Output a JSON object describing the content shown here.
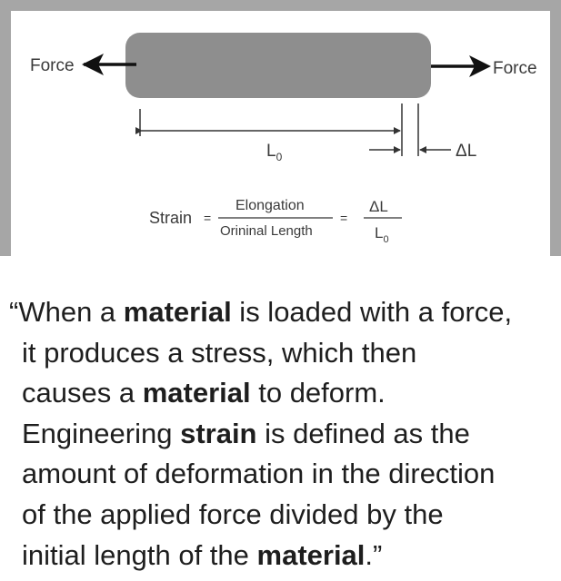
{
  "diagram": {
    "force_left": "Force",
    "force_right": "Force",
    "original_length_symbol": "L",
    "original_length_subscript": "0",
    "delta_length": "ΔL",
    "formula": {
      "lhs": "Strain",
      "eq1": "=",
      "numerator": "Elongation",
      "denominator": "Orininal Length",
      "eq2": "=",
      "rhs_numerator": "ΔL",
      "rhs_denominator_symbol": "L",
      "rhs_denominator_subscript": "0"
    },
    "colors": {
      "bar": "#8e8e8e",
      "panel_border": "#a6a6a6",
      "line": "#333333"
    }
  },
  "quote": {
    "lines": [
      [
        {
          "t": "“When a "
        },
        {
          "t": "material",
          "b": true
        },
        {
          "t": " is loaded with a force,"
        }
      ],
      [
        {
          "t": "it produces a stress, which then"
        }
      ],
      [
        {
          "t": "causes a "
        },
        {
          "t": "material",
          "b": true
        },
        {
          "t": " to deform."
        }
      ],
      [
        {
          "t": "Engineering "
        },
        {
          "t": "strain",
          "b": true
        },
        {
          "t": " is defined as the"
        }
      ],
      [
        {
          "t": "amount of deformation in the direction"
        }
      ],
      [
        {
          "t": "of the applied force divided by the"
        }
      ],
      [
        {
          "t": "initial length of the "
        },
        {
          "t": "material",
          "b": true
        },
        {
          "t": ".”"
        }
      ]
    ]
  }
}
